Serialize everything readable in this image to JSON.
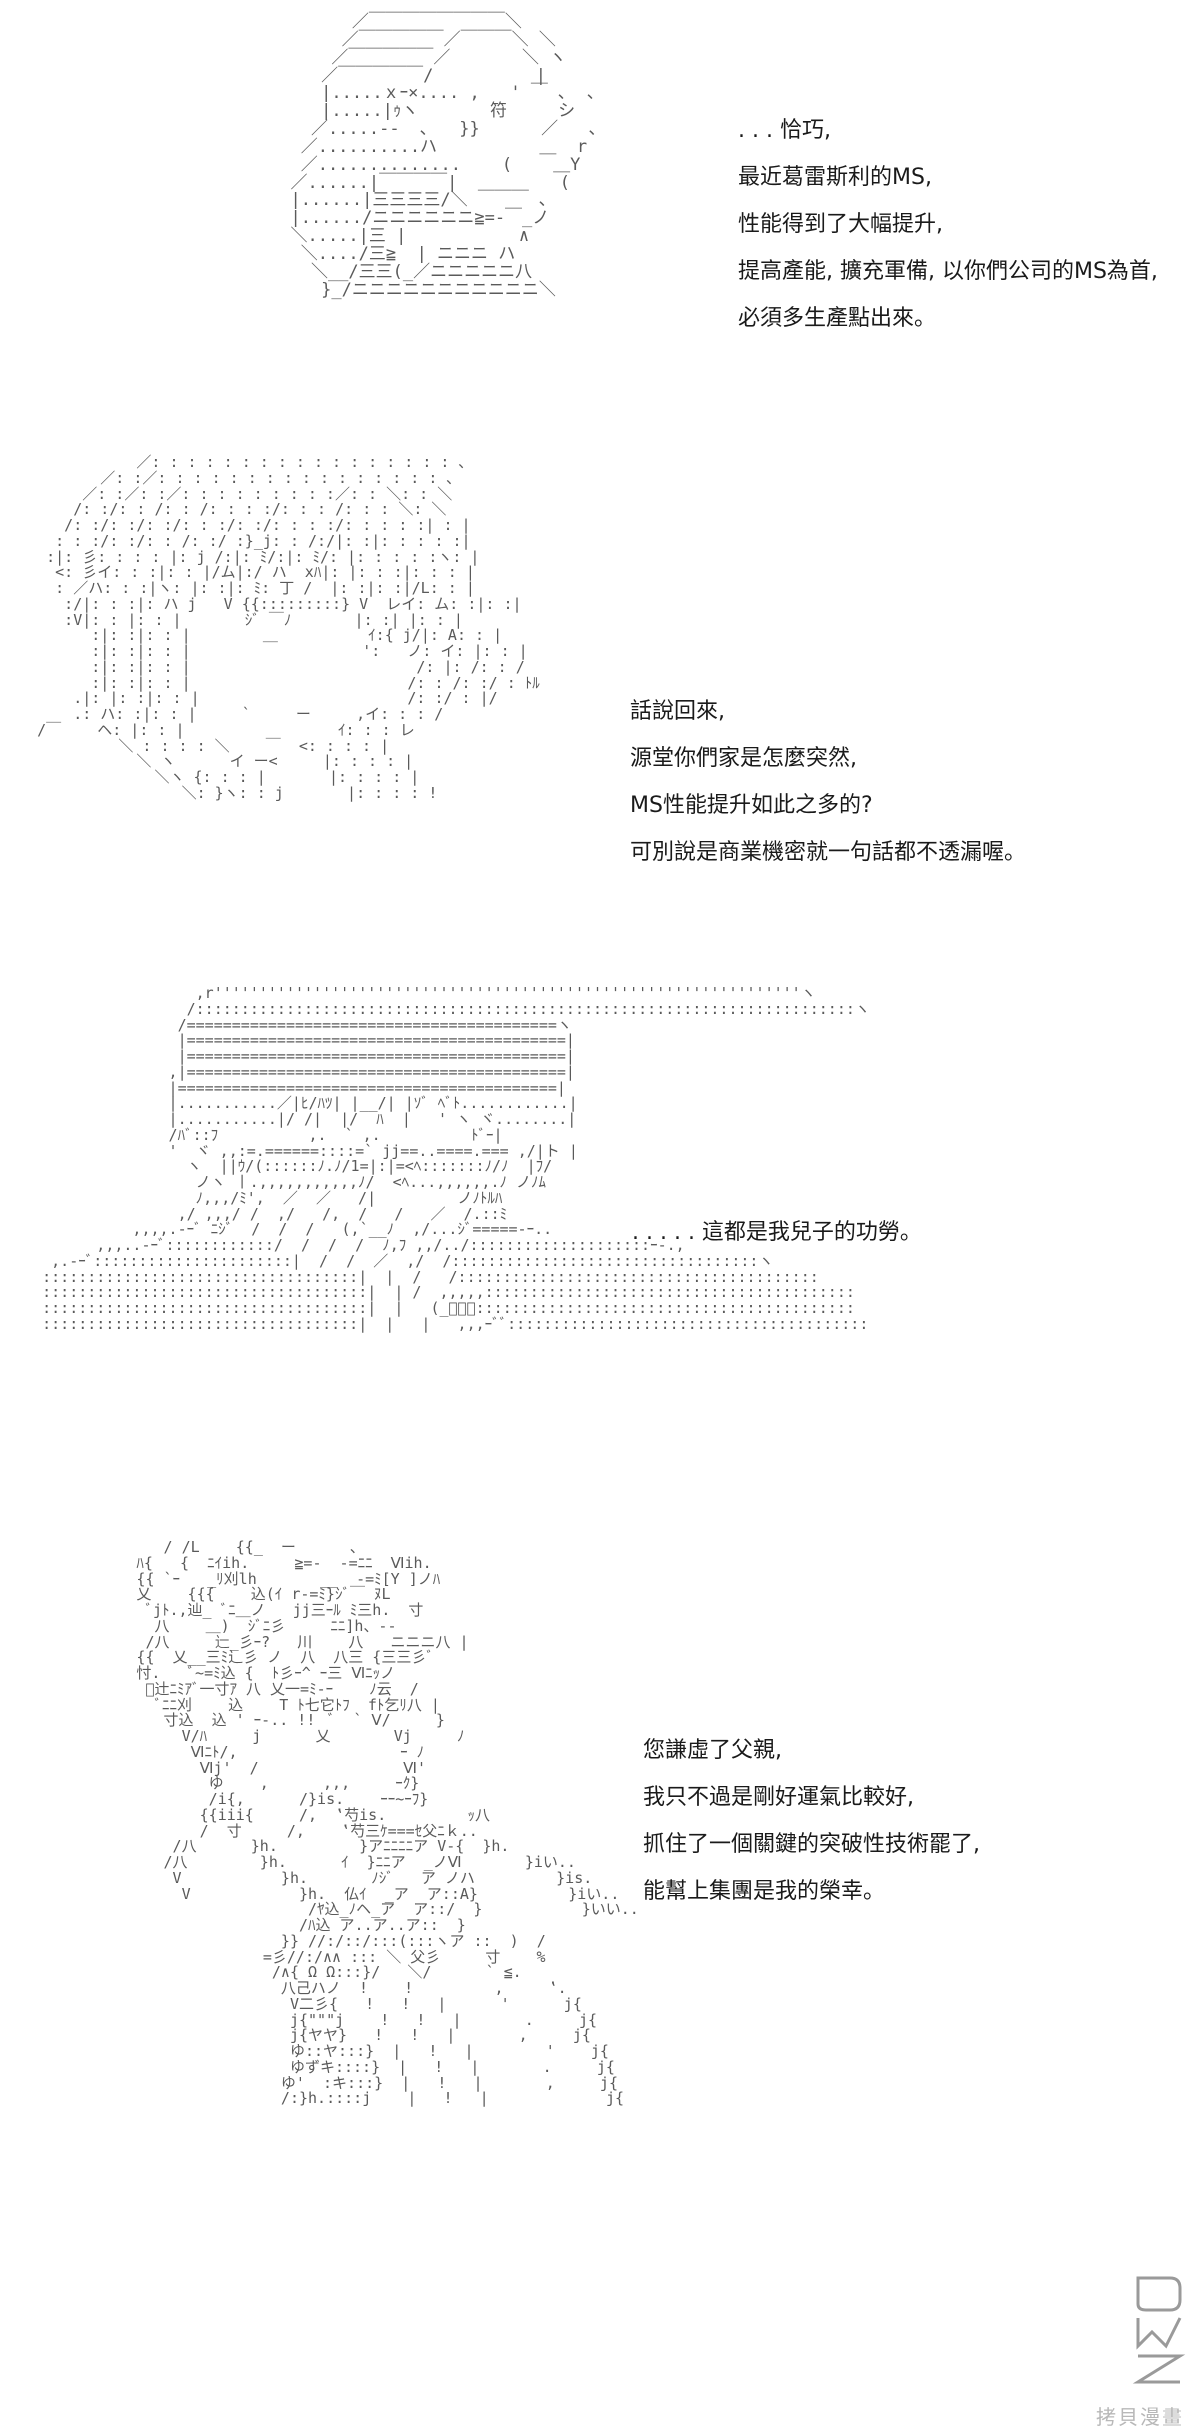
{
  "panels": [
    {
      "id": "panel-1",
      "dialogue": [
        ". . . 恰巧,",
        "最近葛雷斯利的MS,",
        "性能得到了大幅提升,",
        "提高產能, 擴充軍備, 以你們公司的MS為首,",
        "必須多生產點出來。"
      ]
    },
    {
      "id": "panel-2",
      "dialogue": [
        "話說回來,",
        "源堂你們家是怎麼突然,",
        "MS性能提升如此之多的?",
        "可別說是商業機密就一句話都不透漏喔。"
      ]
    },
    {
      "id": "panel-3",
      "dialogue": [
        ". . . . . 這都是我兒子的功勞。"
      ]
    },
    {
      "id": "panel-4",
      "dialogue": [
        "您謙虛了父親,",
        "我只不過是剛好運氣比較好,",
        "抓住了一個關鍵的突破性技術罷了,",
        "能幫上集團是我的榮幸。"
      ]
    }
  ],
  "watermark": {
    "text": "拷貝漫畫"
  }
}
